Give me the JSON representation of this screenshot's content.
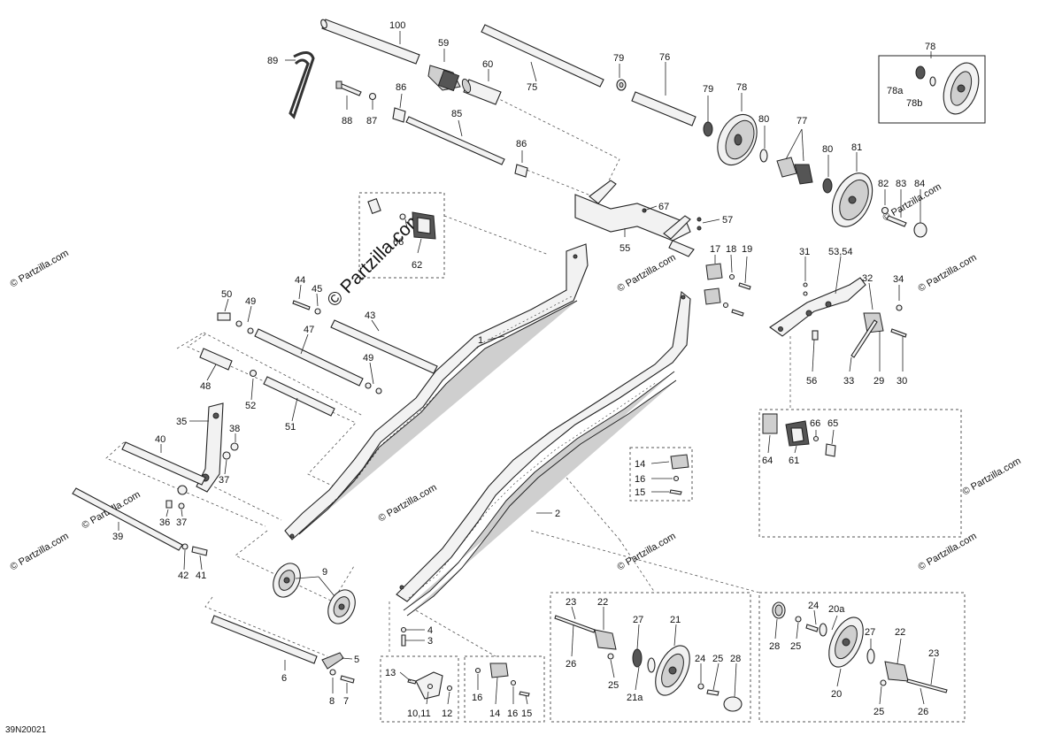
{
  "figure_code": "39N20021",
  "watermark": {
    "main": "© Partzilla.com",
    "tile": "© Partzilla.com"
  },
  "callouts": [
    {
      "id": "c100",
      "label": "100"
    },
    {
      "id": "c59",
      "label": "59"
    },
    {
      "id": "c60",
      "label": "60"
    },
    {
      "id": "c75",
      "label": "75"
    },
    {
      "id": "c79a",
      "label": "79"
    },
    {
      "id": "c76",
      "label": "76"
    },
    {
      "id": "c78top",
      "label": "78"
    },
    {
      "id": "c78a",
      "label": "78a"
    },
    {
      "id": "c78b",
      "label": "78b"
    },
    {
      "id": "c89",
      "label": "89"
    },
    {
      "id": "c88",
      "label": "88"
    },
    {
      "id": "c87",
      "label": "87"
    },
    {
      "id": "c86a",
      "label": "86"
    },
    {
      "id": "c85",
      "label": "85"
    },
    {
      "id": "c86b",
      "label": "86"
    },
    {
      "id": "c79b",
      "label": "79"
    },
    {
      "id": "c78",
      "label": "78"
    },
    {
      "id": "c80a",
      "label": "80"
    },
    {
      "id": "c77",
      "label": "77"
    },
    {
      "id": "c80b",
      "label": "80"
    },
    {
      "id": "c81",
      "label": "81"
    },
    {
      "id": "c82",
      "label": "82"
    },
    {
      "id": "c83",
      "label": "83"
    },
    {
      "id": "c84",
      "label": "84"
    },
    {
      "id": "c67",
      "label": "67"
    },
    {
      "id": "c57",
      "label": "57"
    },
    {
      "id": "c55",
      "label": "55"
    },
    {
      "id": "c66a",
      "label": "66"
    },
    {
      "id": "c62",
      "label": "62"
    },
    {
      "id": "c17",
      "label": "17"
    },
    {
      "id": "c18",
      "label": "18"
    },
    {
      "id": "c19",
      "label": "19"
    },
    {
      "id": "c31",
      "label": "31"
    },
    {
      "id": "c5354",
      "label": "53,54"
    },
    {
      "id": "c32",
      "label": "32"
    },
    {
      "id": "c34",
      "label": "34"
    },
    {
      "id": "c56",
      "label": "56"
    },
    {
      "id": "c33",
      "label": "33"
    },
    {
      "id": "c29",
      "label": "29"
    },
    {
      "id": "c30",
      "label": "30"
    },
    {
      "id": "c44",
      "label": "44"
    },
    {
      "id": "c45",
      "label": "45"
    },
    {
      "id": "c50",
      "label": "50"
    },
    {
      "id": "c49a",
      "label": "49"
    },
    {
      "id": "c43",
      "label": "43"
    },
    {
      "id": "c47",
      "label": "47"
    },
    {
      "id": "c1",
      "label": "1"
    },
    {
      "id": "c49b",
      "label": "49"
    },
    {
      "id": "c48",
      "label": "48"
    },
    {
      "id": "c52",
      "label": "52"
    },
    {
      "id": "c51",
      "label": "51"
    },
    {
      "id": "c35",
      "label": "35"
    },
    {
      "id": "c38",
      "label": "38"
    },
    {
      "id": "c40",
      "label": "40"
    },
    {
      "id": "c37a",
      "label": "37"
    },
    {
      "id": "c36",
      "label": "36"
    },
    {
      "id": "c37b",
      "label": "37"
    },
    {
      "id": "c39",
      "label": "39"
    },
    {
      "id": "c42",
      "label": "42"
    },
    {
      "id": "c41",
      "label": "41"
    },
    {
      "id": "c9",
      "label": "9"
    },
    {
      "id": "c6",
      "label": "6"
    },
    {
      "id": "c5",
      "label": "5"
    },
    {
      "id": "c8",
      "label": "8"
    },
    {
      "id": "c7",
      "label": "7"
    },
    {
      "id": "c4",
      "label": "4"
    },
    {
      "id": "c3",
      "label": "3"
    },
    {
      "id": "c2",
      "label": "2"
    },
    {
      "id": "c14a",
      "label": "14"
    },
    {
      "id": "c16a",
      "label": "16"
    },
    {
      "id": "c15a",
      "label": "15"
    },
    {
      "id": "c13",
      "label": "13"
    },
    {
      "id": "c1011",
      "label": "10,11"
    },
    {
      "id": "c12",
      "label": "12"
    },
    {
      "id": "c16b",
      "label": "16"
    },
    {
      "id": "c14b",
      "label": "14"
    },
    {
      "id": "c16c",
      "label": "16"
    },
    {
      "id": "c15b",
      "label": "15"
    },
    {
      "id": "c64",
      "label": "64"
    },
    {
      "id": "c61",
      "label": "61"
    },
    {
      "id": "c66b",
      "label": "66"
    },
    {
      "id": "c65",
      "label": "65"
    },
    {
      "id": "c23a",
      "label": "23"
    },
    {
      "id": "c22a",
      "label": "22"
    },
    {
      "id": "c26a",
      "label": "26"
    },
    {
      "id": "c27a",
      "label": "27"
    },
    {
      "id": "c21",
      "label": "21"
    },
    {
      "id": "c25a",
      "label": "25"
    },
    {
      "id": "c21a",
      "label": "21a"
    },
    {
      "id": "c24a",
      "label": "24"
    },
    {
      "id": "c25b",
      "label": "25"
    },
    {
      "id": "c28a",
      "label": "28"
    },
    {
      "id": "c28b",
      "label": "28"
    },
    {
      "id": "c25c",
      "label": "25"
    },
    {
      "id": "c24b",
      "label": "24"
    },
    {
      "id": "c20a",
      "label": "20a"
    },
    {
      "id": "c27b",
      "label": "27"
    },
    {
      "id": "c22b",
      "label": "22"
    },
    {
      "id": "c23b",
      "label": "23"
    },
    {
      "id": "c20",
      "label": "20"
    },
    {
      "id": "c25d",
      "label": "25"
    },
    {
      "id": "c26b",
      "label": "26"
    }
  ]
}
